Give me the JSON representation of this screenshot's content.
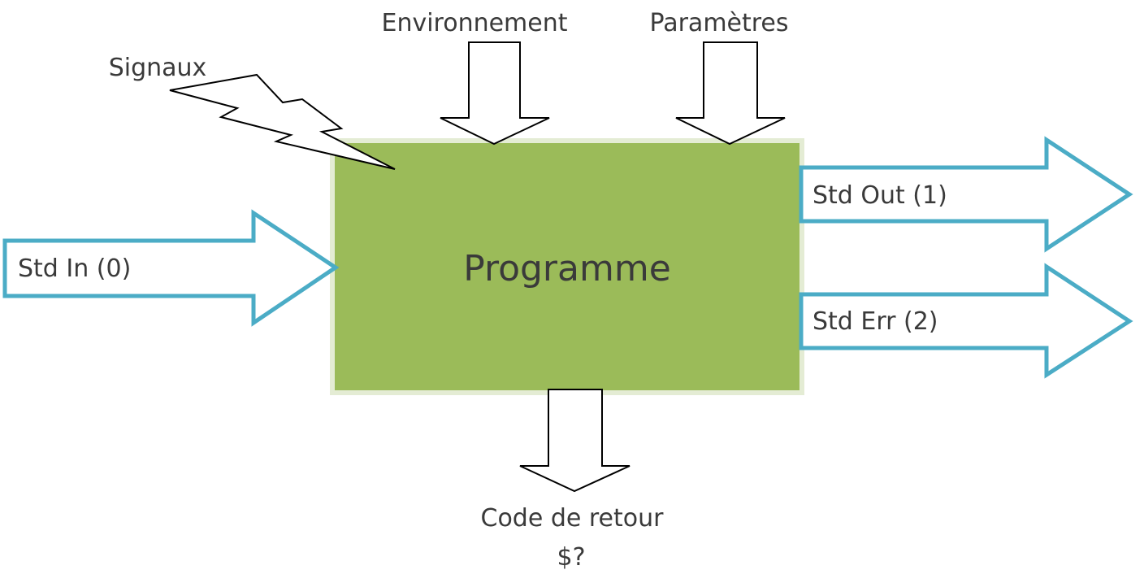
{
  "diagram": {
    "program_label": "Programme",
    "inputs": {
      "environment_label": "Environnement",
      "parameters_label": "Paramètres",
      "signals_label": "Signaux",
      "stdin_label": "Std In (0)"
    },
    "outputs": {
      "stdout_label": "Std Out (1)",
      "stderr_label": "Std Err (2)",
      "return_code_label": "Code de retour",
      "return_code_var": "$?"
    },
    "colors": {
      "program_fill": "#9bbb59",
      "program_border": "#e4ecd4",
      "stream_arrow_stroke": "#4bacc6",
      "outline_arrow_stroke": "#000000",
      "text": "#3a3a3a"
    }
  }
}
